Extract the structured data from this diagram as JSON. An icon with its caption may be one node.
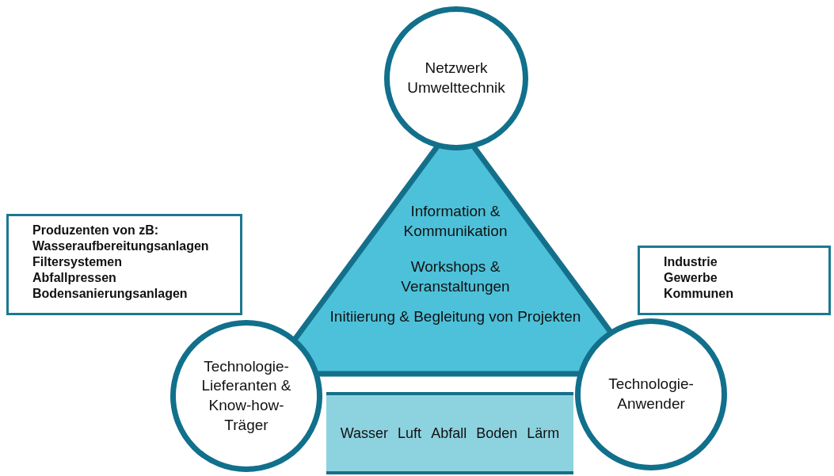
{
  "diagram": {
    "nodes": [
      {
        "text": [
          "Netzwerk Umwelttechnik"
        ]
      },
      {
        "text": [
          "Information & Kommunikation",
          "Workshops & Veranstaltungen",
          "Initiierung & Begleitung von Projekten"
        ]
      },
      {
        "text": [
          "Wasser",
          "Luft",
          "Abfall",
          "Boden",
          "Lärm"
        ]
      },
      {
        "text": [
          "Technologie-Lieferanten & Know-how-Träger"
        ]
      },
      {
        "text": [
          "Technologie-Anwender"
        ]
      },
      {
        "text": [
          "Produzenten von zB:",
          "Wasseraufbereitungsanlagen",
          "Filtersystemen",
          "Abfallpressen",
          "Bodensanierungsanlagen"
        ]
      },
      {
        "text": [
          "Industrie",
          "Gewerbe",
          "Kommunen"
        ]
      }
    ],
    "edges": []
  }
}
